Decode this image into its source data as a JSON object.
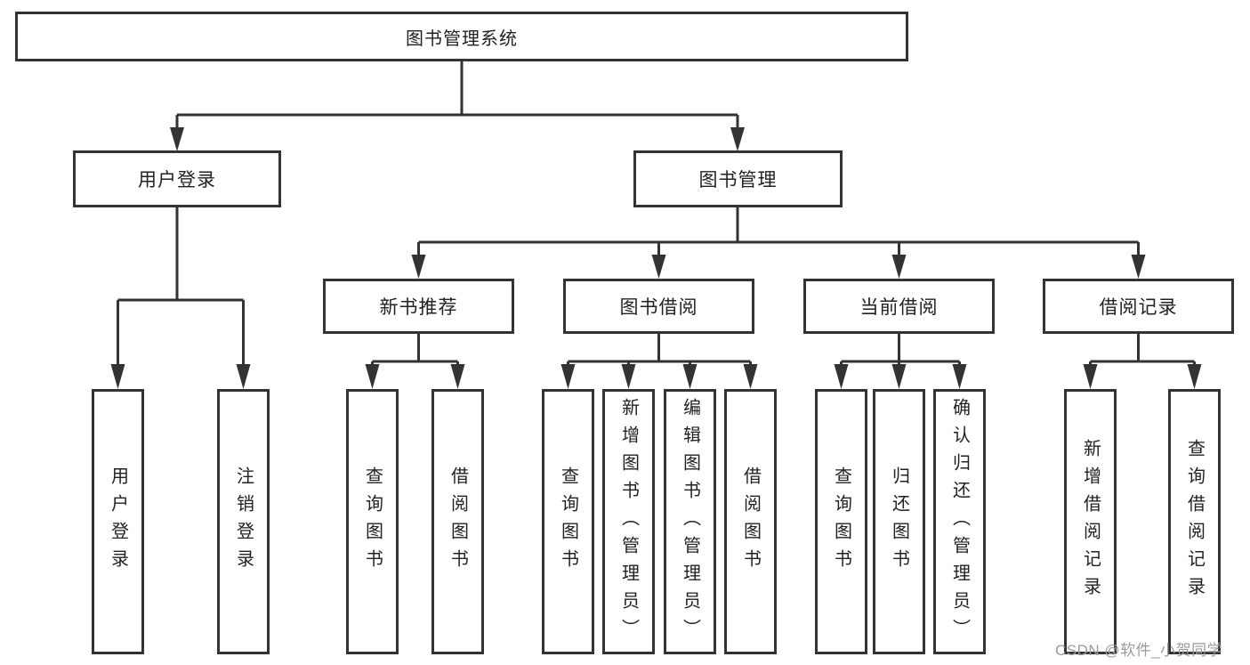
{
  "diagram": {
    "root": {
      "label": "图书管理系统"
    },
    "level2": [
      {
        "label": "用户登录"
      },
      {
        "label": "图书管理"
      }
    ],
    "level3": [
      {
        "label": "新书推荐"
      },
      {
        "label": "图书借阅"
      },
      {
        "label": "当前借阅"
      },
      {
        "label": "借阅记录"
      }
    ],
    "leaves": [
      {
        "label": "用户登录",
        "parent": "用户登录"
      },
      {
        "label": "注销登录",
        "parent": "用户登录"
      },
      {
        "label": "查询图书",
        "parent": "新书推荐"
      },
      {
        "label": "借阅图书",
        "parent": "新书推荐"
      },
      {
        "label": "查询图书",
        "parent": "图书借阅"
      },
      {
        "label": "新增图书（管理员）",
        "parent": "图书借阅"
      },
      {
        "label": "编辑图书（管理员）",
        "parent": "图书借阅"
      },
      {
        "label": "借阅图书",
        "parent": "图书借阅"
      },
      {
        "label": "查询图书",
        "parent": "当前借阅"
      },
      {
        "label": "归还图书",
        "parent": "当前借阅"
      },
      {
        "label": "确认归还（管理员）",
        "parent": "当前借阅"
      },
      {
        "label": "新增借阅记录",
        "parent": "借阅记录"
      },
      {
        "label": "查询借阅记录",
        "parent": "借阅记录"
      }
    ],
    "colors": {
      "line": "#333333",
      "text": "#222222",
      "background": "#ffffff",
      "watermark": "#9b9b9b"
    },
    "watermark": "CSDN @软件_小贺同学"
  }
}
